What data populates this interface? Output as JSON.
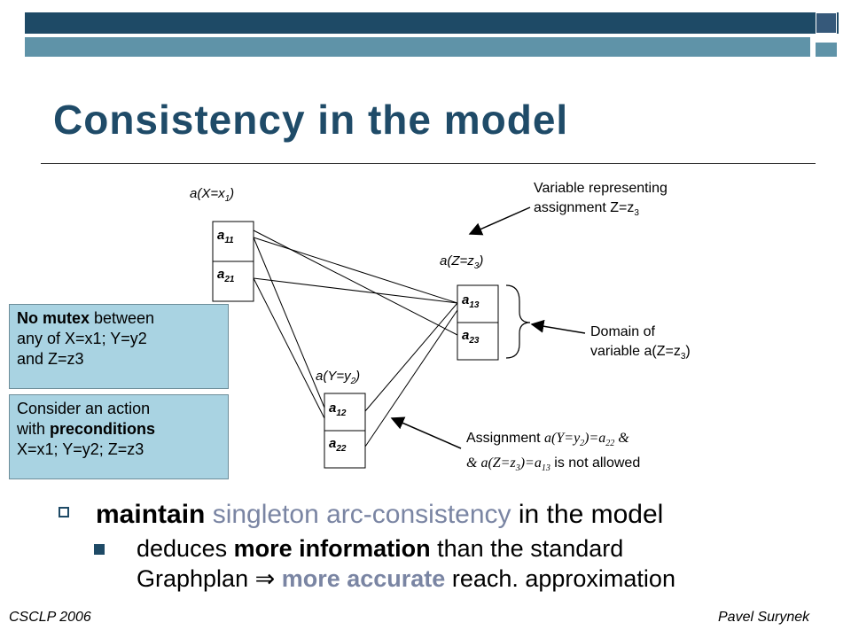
{
  "title": "Consistency in the model",
  "vars": {
    "x": {
      "label_pre": "a(X=x",
      "label_sub": "1",
      "label_post": ")",
      "cells": [
        {
          "pre": "a",
          "sub": "11"
        },
        {
          "pre": "a",
          "sub": "21"
        }
      ]
    },
    "z": {
      "label_pre": "a(Z=z",
      "label_sub": "3",
      "label_post": ")",
      "cells": [
        {
          "pre": "a",
          "sub": "13"
        },
        {
          "pre": "a",
          "sub": "23"
        }
      ]
    },
    "y": {
      "label_pre": "a(Y=y",
      "label_sub": "2",
      "label_post": ")",
      "cells": [
        {
          "pre": "a",
          "sub": "12"
        },
        {
          "pre": "a",
          "sub": "22"
        }
      ]
    }
  },
  "notes": {
    "variable_line1": "Variable representing",
    "variable_line2_pre": "assignment Z=z",
    "variable_line2_sub": "3",
    "domain_line1": "Domain of",
    "domain_line2_pre": "variable a(Z=z",
    "domain_line2_sub": "3",
    "domain_line2_post": ")",
    "assign_pre": "Assignment ",
    "assign_f1": "a(Y=y",
    "assign_f1_sub": "2",
    "assign_f2": ")=a",
    "assign_f2_sub": "22",
    "assign_f3": " &",
    "assign_l2_f1": "& a(Z=z",
    "assign_l2_f1_sub": "3",
    "assign_l2_f2": ")=a",
    "assign_l2_f2_sub": "13",
    "assign_l2_post": " is not allowed"
  },
  "boxes": {
    "mutex": {
      "bold": "No mutex",
      "rest1": " between",
      "line2": "any of X=x1; Y=y2",
      "line3": "and Z=z3"
    },
    "action": {
      "line1": "Consider an action",
      "line2_pre": "with ",
      "line2_bold": "preconditions",
      "line3": "X=x1; Y=y2; Z=z3"
    }
  },
  "bullets": {
    "main_bold": "maintain",
    "main_gray": " singleton arc-consistency",
    "main_rest": " in the model",
    "sub_l1_pre": "deduces ",
    "sub_l1_bold": "more information",
    "sub_l1_post": " than the standard",
    "sub_l2_pre": "Graphplan ",
    "sub_l2_arrow": "⇒",
    "sub_l2_gray": " more accurate",
    "sub_l2_post": " reach. approximation"
  },
  "footer": {
    "left": "CSCLP 2006",
    "right": "Pavel Surynek"
  }
}
